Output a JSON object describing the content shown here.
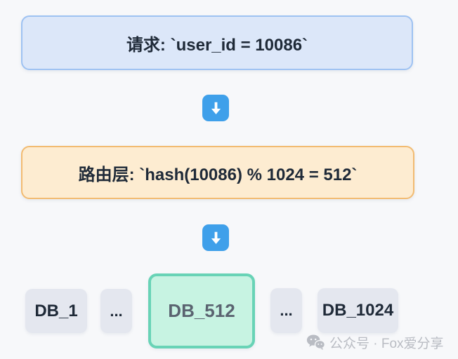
{
  "colors": {
    "page_bg": "#f7f8fa",
    "request_bg": "#dce7f9",
    "request_border": "#9ec2f2",
    "routing_bg": "#fdecd1",
    "routing_border": "#f2bb71",
    "arrow_bg": "#3fa0ea",
    "arrow_glyph": "#ffffff",
    "db_bg": "#e4e7ef",
    "db_text": "#1f2a38",
    "highlight_bg": "#c7f3e2",
    "highlight_border": "#68d3b6",
    "highlight_text": "#5a6370",
    "text_dark": "#1f2a38",
    "watermark": "#b9bcc3"
  },
  "diagram": {
    "request_label": "请求: `user_id = 10086`",
    "routing_label": "路由层: `hash(10086) % 1024 = 512`",
    "databases": [
      {
        "label": "DB_1",
        "highlighted": false
      },
      {
        "label": "...",
        "highlighted": false
      },
      {
        "label": "DB_512",
        "highlighted": true
      },
      {
        "label": "...",
        "highlighted": false
      },
      {
        "label": "DB_1024",
        "highlighted": false
      }
    ]
  },
  "watermark": {
    "icon": "wechat-icon",
    "label": "公众号 · Fox爱分享"
  }
}
